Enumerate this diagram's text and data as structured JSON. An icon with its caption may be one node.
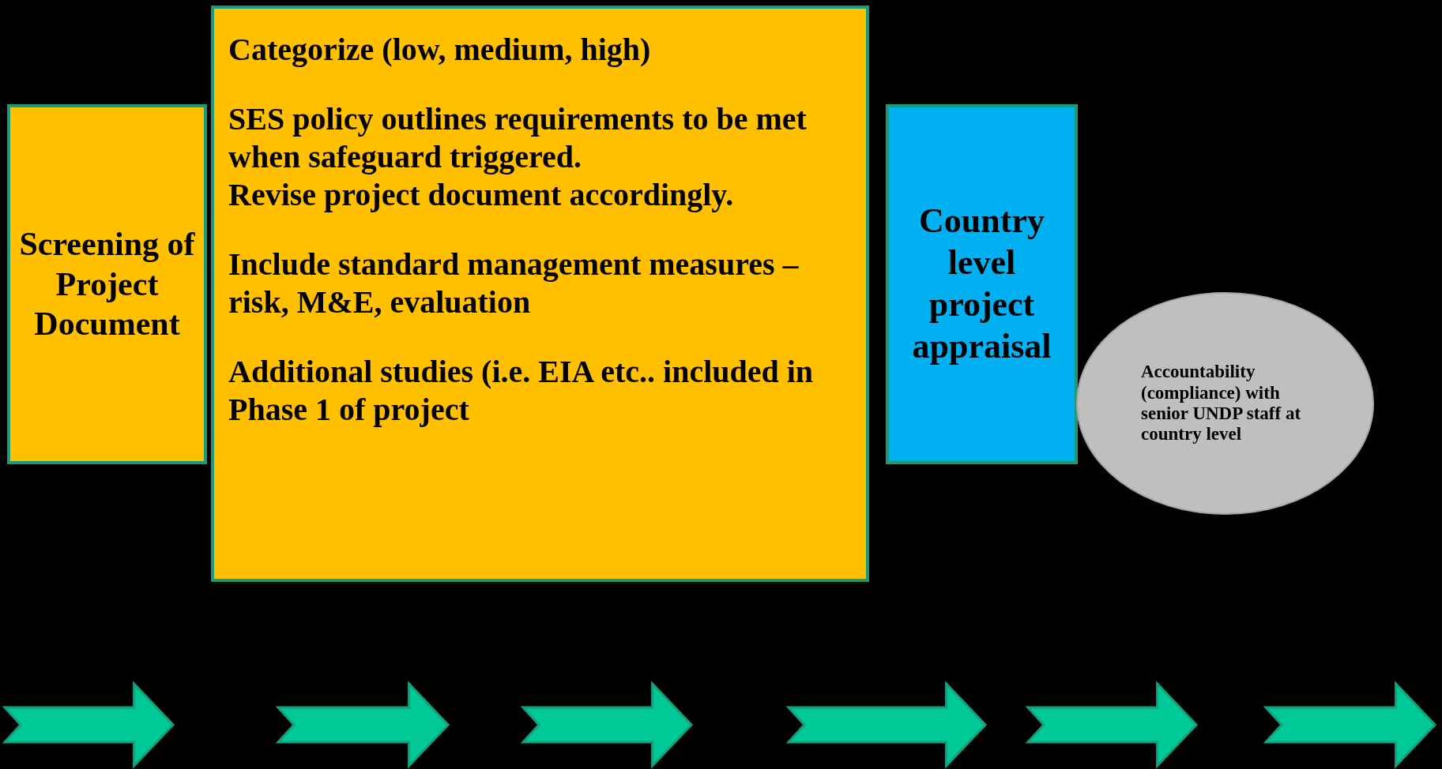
{
  "diagram": {
    "nodes": [
      {
        "text": [
          "Screening of Project Document"
        ]
      },
      {
        "text": [
          "Categorize (low, medium, high)",
          "SES policy outlines requirements to be met when safeguard  triggered.",
          "Revise project document accordingly.",
          "Include standard management measures – risk, M&E, evaluation",
          "Additional studies (i.e. EIA etc.. included in Phase 1 of project"
        ]
      },
      {
        "text": [
          "Country level project appraisal"
        ]
      },
      {
        "text": [
          "Accountability (compliance) with senior UNDP staff at country level"
        ]
      }
    ],
    "edges": []
  }
}
